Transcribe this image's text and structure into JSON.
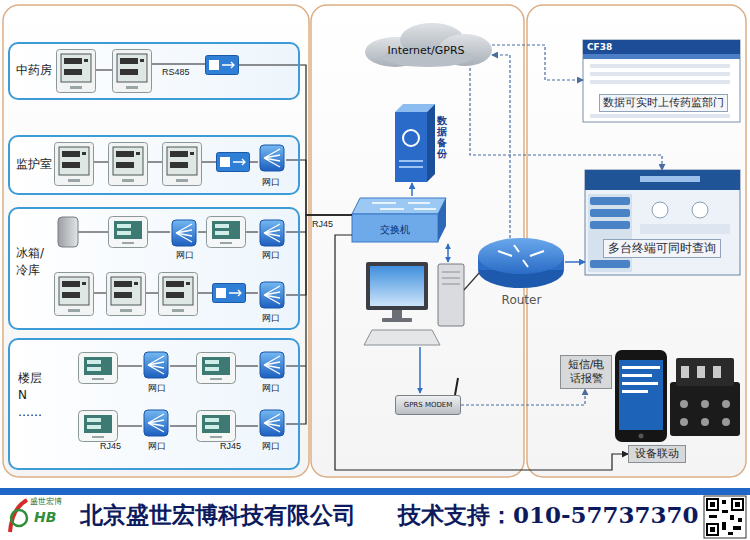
{
  "diagram": {
    "nodes": [
      {
        "text": [
          "中药房"
        ]
      },
      {
        "text": [
          "监护室"
        ]
      },
      {
        "text": [
          "冰箱/ 冷库"
        ]
      },
      {
        "text": [
          "楼层 N ……"
        ]
      },
      {
        "text": [
          "Internet/GPRS"
        ]
      },
      {
        "text": [
          "数据备份"
        ]
      },
      {
        "text": [
          "交换机"
        ]
      },
      {
        "text": [
          "GPRS MODEM"
        ]
      },
      {
        "text": [
          "Router"
        ]
      },
      {
        "text": [
          "CF38",
          "数据可实时上传药监部门"
        ]
      },
      {
        "text": [
          "多台终端可同时查询"
        ]
      },
      {
        "text": [
          "短信/电 话报警"
        ]
      },
      {
        "text": [
          "设备联动"
        ]
      },
      {
        "text": [
          "北京盛世宏博科技有限公司",
          "技术支持：010-57737370"
        ]
      },
      {
        "text": [
          "盛世宏博",
          "HB"
        ],
        "in": 13
      }
    ],
    "edges": [
      {
        "from": 0,
        "to": 6,
        "arrow": "none"
      },
      {
        "from": 1,
        "to": 6,
        "arrow": "none"
      },
      {
        "from": 2,
        "to": 6,
        "arrow": "none"
      },
      {
        "from": 3,
        "to": 6,
        "arrow": "none"
      },
      {
        "from": 6,
        "to": 5,
        "arrow": "to"
      },
      {
        "from": 6,
        "to": 12,
        "arrow": "to"
      },
      {
        "from": 7,
        "to": 11,
        "arrow": "to"
      },
      {
        "from": 8,
        "to": 4,
        "arrow": "to"
      },
      {
        "from": 4,
        "to": 9,
        "arrow": "to"
      },
      {
        "from": 4,
        "to": 10,
        "arrow": "to"
      },
      {
        "from": 8,
        "to": 10,
        "arrow": "to"
      }
    ],
    "labels": [
      "RS485",
      "网口",
      "网口",
      "网口",
      "网口",
      "网口",
      "网口",
      "RJ45",
      "网口",
      "RJ45",
      "网口",
      "RJ45"
    ]
  }
}
